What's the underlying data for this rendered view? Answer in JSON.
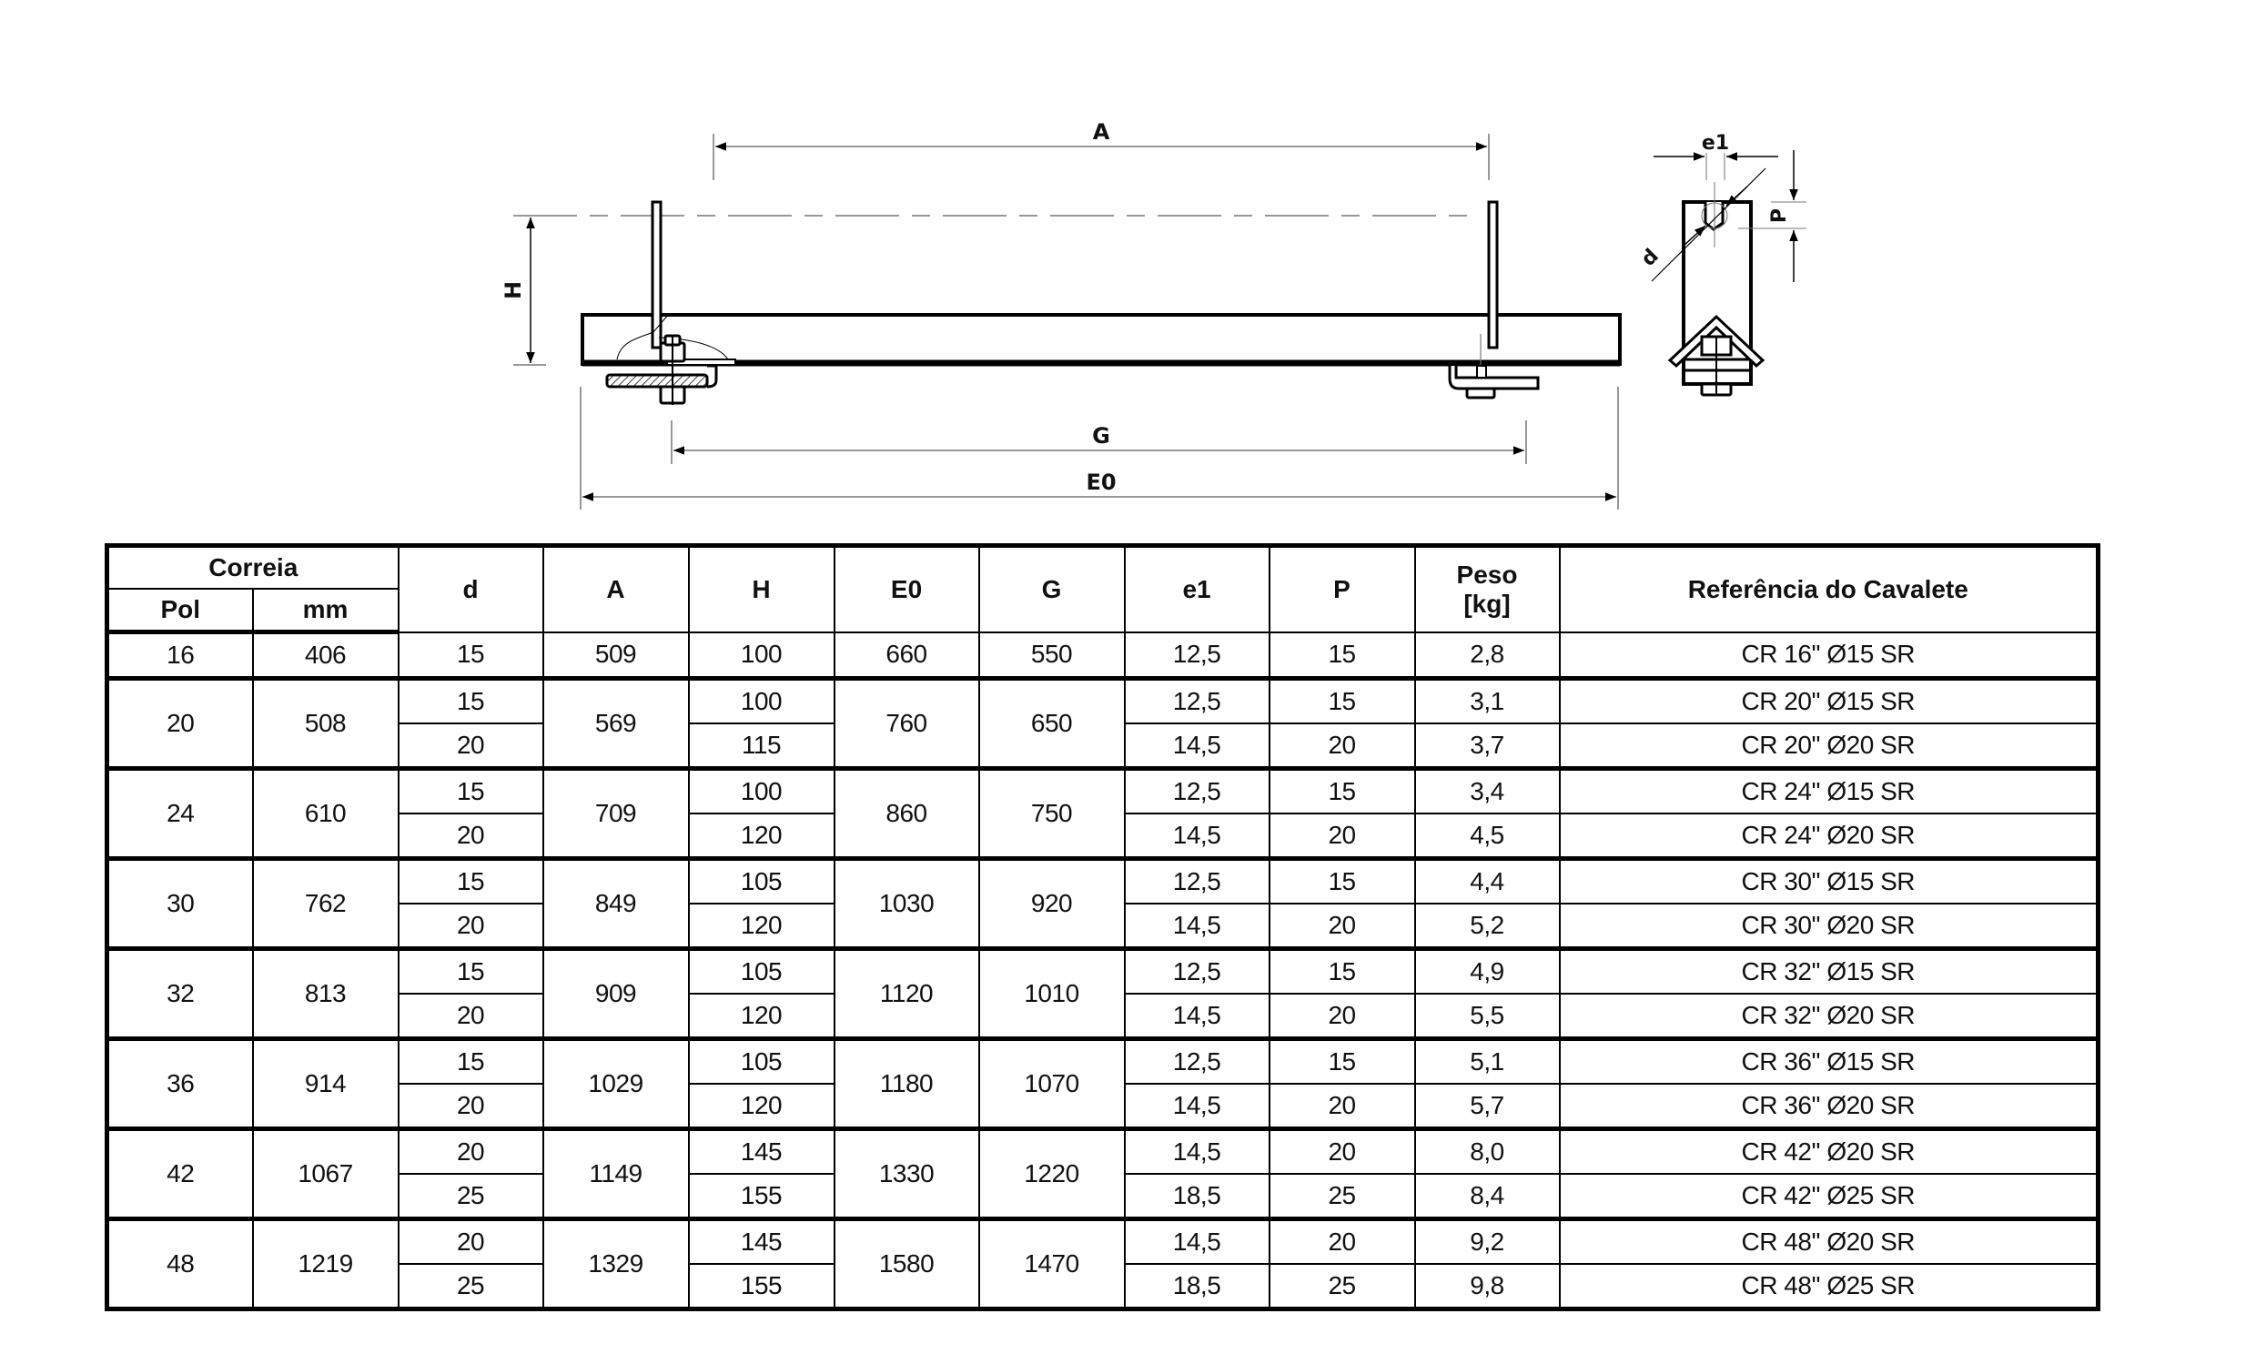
{
  "drawing": {
    "dimension_labels": {
      "A": "A",
      "H": "H",
      "G": "G",
      "E0": "E0",
      "e1": "e1",
      "P": "P",
      "d": "d"
    }
  },
  "table": {
    "group_header": "Correia",
    "columns": [
      {
        "key": "pol",
        "label": "Pol"
      },
      {
        "key": "mm",
        "label": "mm"
      },
      {
        "key": "d",
        "label": "d"
      },
      {
        "key": "A",
        "label": "A"
      },
      {
        "key": "H",
        "label": "H"
      },
      {
        "key": "E0",
        "label": "E0"
      },
      {
        "key": "G",
        "label": "G"
      },
      {
        "key": "e1",
        "label": "e1"
      },
      {
        "key": "P",
        "label": "P"
      },
      {
        "key": "peso",
        "label": "Peso [kg]",
        "line1": "Peso",
        "line2": "[kg]"
      },
      {
        "key": "ref",
        "label": "Referência do Cavalete"
      }
    ],
    "groups": [
      {
        "pol": "16",
        "mm": "406",
        "A": "509",
        "E0": "660",
        "G": "550",
        "rows": [
          {
            "d": "15",
            "H": "100",
            "e1": "12,5",
            "P": "15",
            "peso": "2,8",
            "ref": "CR 16'' Ø15 SR"
          }
        ]
      },
      {
        "pol": "20",
        "mm": "508",
        "A": "569",
        "E0": "760",
        "G": "650",
        "rows": [
          {
            "d": "15",
            "H": "100",
            "e1": "12,5",
            "P": "15",
            "peso": "3,1",
            "ref": "CR 20'' Ø15 SR"
          },
          {
            "d": "20",
            "H": "115",
            "e1": "14,5",
            "P": "20",
            "peso": "3,7",
            "ref": "CR 20'' Ø20 SR"
          }
        ]
      },
      {
        "pol": "24",
        "mm": "610",
        "A": "709",
        "E0": "860",
        "G": "750",
        "rows": [
          {
            "d": "15",
            "H": "100",
            "e1": "12,5",
            "P": "15",
            "peso": "3,4",
            "ref": "CR 24'' Ø15 SR"
          },
          {
            "d": "20",
            "H": "120",
            "e1": "14,5",
            "P": "20",
            "peso": "4,5",
            "ref": "CR 24'' Ø20 SR"
          }
        ]
      },
      {
        "pol": "30",
        "mm": "762",
        "A": "849",
        "E0": "1030",
        "G": "920",
        "rows": [
          {
            "d": "15",
            "H": "105",
            "e1": "12,5",
            "P": "15",
            "peso": "4,4",
            "ref": "CR 30'' Ø15 SR"
          },
          {
            "d": "20",
            "H": "120",
            "e1": "14,5",
            "P": "20",
            "peso": "5,2",
            "ref": "CR 30'' Ø20 SR"
          }
        ]
      },
      {
        "pol": "32",
        "mm": "813",
        "A": "909",
        "E0": "1120",
        "G": "1010",
        "rows": [
          {
            "d": "15",
            "H": "105",
            "e1": "12,5",
            "P": "15",
            "peso": "4,9",
            "ref": "CR 32'' Ø15 SR"
          },
          {
            "d": "20",
            "H": "120",
            "e1": "14,5",
            "P": "20",
            "peso": "5,5",
            "ref": "CR 32'' Ø20 SR"
          }
        ]
      },
      {
        "pol": "36",
        "mm": "914",
        "A": "1029",
        "E0": "1180",
        "G": "1070",
        "rows": [
          {
            "d": "15",
            "H": "105",
            "e1": "12,5",
            "P": "15",
            "peso": "5,1",
            "ref": "CR 36'' Ø15 SR"
          },
          {
            "d": "20",
            "H": "120",
            "e1": "14,5",
            "P": "20",
            "peso": "5,7",
            "ref": "CR 36'' Ø20 SR"
          }
        ]
      },
      {
        "pol": "42",
        "mm": "1067",
        "A": "1149",
        "E0": "1330",
        "G": "1220",
        "rows": [
          {
            "d": "20",
            "H": "145",
            "e1": "14,5",
            "P": "20",
            "peso": "8,0",
            "ref": "CR 42'' Ø20 SR"
          },
          {
            "d": "25",
            "H": "155",
            "e1": "18,5",
            "P": "25",
            "peso": "8,4",
            "ref": "CR 42'' Ø25 SR"
          }
        ]
      },
      {
        "pol": "48",
        "mm": "1219",
        "A": "1329",
        "E0": "1580",
        "G": "1470",
        "rows": [
          {
            "d": "20",
            "H": "145",
            "e1": "14,5",
            "P": "20",
            "peso": "9,2",
            "ref": "CR 48'' Ø20 SR"
          },
          {
            "d": "25",
            "H": "155",
            "e1": "18,5",
            "P": "25",
            "peso": "9,8",
            "ref": "CR 48'' Ø25 SR"
          }
        ]
      }
    ]
  }
}
